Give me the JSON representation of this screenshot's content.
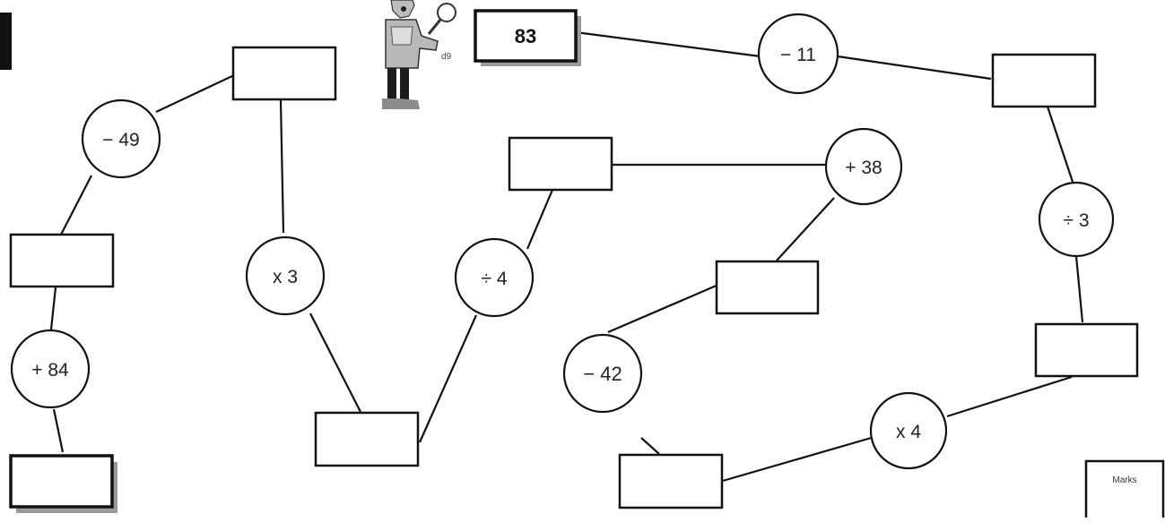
{
  "start_value": "83",
  "operations": {
    "op1": "− 11",
    "op2": "÷ 3",
    "op3": "x 4",
    "op4": "− 42",
    "op5": "+ 38",
    "op6": "÷ 4",
    "op7": "x 3",
    "op8": "− 49",
    "op9": "+ 84"
  },
  "answer_boxes": {
    "box1": "",
    "box2": "",
    "box3": "",
    "box4": "",
    "box5": "",
    "box6": "",
    "box7": "",
    "box8": "",
    "box9": ""
  },
  "marks_label": "Marks",
  "icons": {
    "character": "detective-character-icon",
    "corner_tab": "page-tab-marker"
  }
}
